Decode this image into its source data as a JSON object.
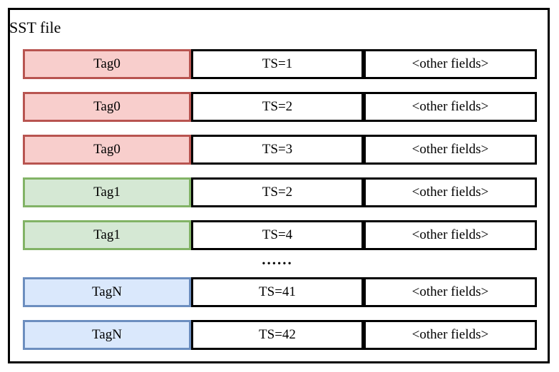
{
  "diagram": {
    "title": "SST file",
    "ellipsis": "......",
    "rows": [
      {
        "tag": "Tag0",
        "ts": "TS=1",
        "other": "<other fields>",
        "color": "red"
      },
      {
        "tag": "Tag0",
        "ts": "TS=2",
        "other": "<other fields>",
        "color": "red"
      },
      {
        "tag": "Tag0",
        "ts": "TS=3",
        "other": "<other fields>",
        "color": "red"
      },
      {
        "tag": "Tag1",
        "ts": "TS=2",
        "other": "<other fields>",
        "color": "green"
      },
      {
        "tag": "Tag1",
        "ts": "TS=4",
        "other": "<other fields>",
        "color": "green"
      },
      {
        "tag": "TagN",
        "ts": "TS=41",
        "other": "<other fields>",
        "color": "blue"
      },
      {
        "tag": "TagN",
        "ts": "TS=42",
        "other": "<other fields>",
        "color": "blue"
      }
    ]
  },
  "colors": {
    "red_fill": "#f8cecc",
    "red_stroke": "#b85450",
    "green_fill": "#d5e8d4",
    "green_stroke": "#82b366",
    "blue_fill": "#dae8fc",
    "blue_stroke": "#6c8ebf",
    "outline": "#000000"
  }
}
